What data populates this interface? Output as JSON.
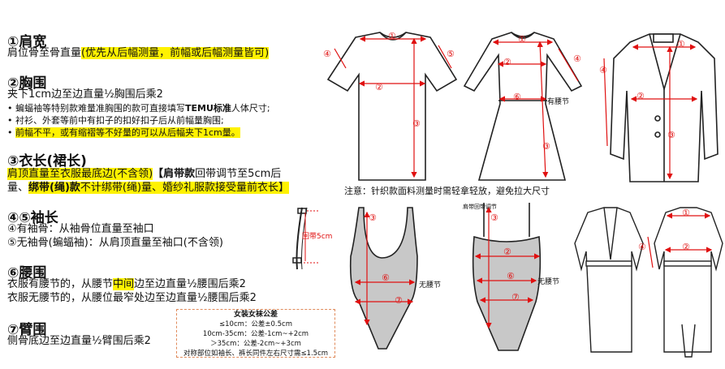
{
  "sections": {
    "shoulder": {
      "title": "①肩宽",
      "line1_plain": "肩位骨至骨直量",
      "line1_hl": "(优先从后幅测量，前幅或后幅测量皆可)"
    },
    "chest": {
      "title": "②胸围",
      "line1": "夹下1cm边至边直量½胸围后乘2",
      "bullet1_a": "• 蝙蝠袖等特别款难量准胸围的款可直接填写",
      "bullet1_b": "TEMU标准",
      "bullet1_c": "人体尺寸;",
      "bullet2": "• 衬衫、外套等前中有扣子的扣好扣子后从前幅量胸围;",
      "bullet3_dot": "• ",
      "bullet3": "前幅不平，或有缩褶等不好量的可以从后幅夹下1cm量。"
    },
    "length": {
      "title": "③衣长(裙长)",
      "line1_hl": "肩顶直量至衣服最底边(不含领)",
      "line1_b1": "【肩带款",
      "line1_rest": "回带调节至5cm后",
      "line2_a": "量、",
      "line2_b": "绑带(绳)款",
      "line2_c": "不计绑带(绳)量、婚纱礼服款接受量前衣长】"
    },
    "sleeve": {
      "title": "④⑤袖长",
      "line1": "④有袖骨：从袖骨位直量至袖口",
      "line2": "⑤无袖骨(蝙蝠袖)：从肩顶直量至袖口(不含领)",
      "strap_label": "回带5cm"
    },
    "waist": {
      "title": "⑥腰围",
      "line1_a": "衣服有腰节的，从腰节",
      "line1_hl": "中间",
      "line1_c": "边至边直量½腰围后乘2",
      "line2": "衣服无腰节的，从腰位最窄处边至边直量½腰围后乘2"
    },
    "arm": {
      "title": "⑦臂围",
      "line1": "侧骨底边至边直量½臂围后乘2"
    }
  },
  "tolerance": {
    "title": "女装女袜公差",
    "rows": [
      "≤10cm：公差±0.5cm",
      "10cm-35cm：公差-1cm~+2cm",
      "＞35cm：公差-2cm~+3cm",
      "对称部位如袖长、裤长同件左右尺寸需≤1.5cm"
    ]
  },
  "note": "注意：针织款面料测量时需轻拿轻放，避免拉大尺寸",
  "labels": {
    "n1": "①",
    "n2": "②",
    "n3": "③",
    "n4": "④",
    "n5": "⑤",
    "n6": "⑥",
    "n7": "⑦",
    "has_waist": "有腰节",
    "no_waist": "无腰节",
    "strap_adjust": "肩带回带调节"
  },
  "colors": {
    "highlight": "#fff200",
    "measure_red": "#e01010",
    "outline": "#222222",
    "swim_fill": "#c8c8c8"
  }
}
